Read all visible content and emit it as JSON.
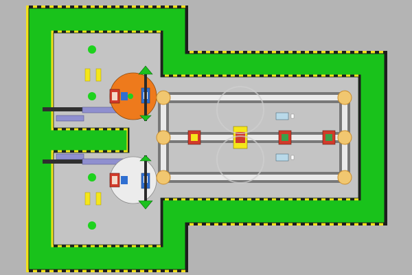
{
  "colors": {
    "floor": "#b4b4b4",
    "zone_floor": "#c4c4c4",
    "safety_fence": "#19c21b",
    "fence_edge": "#1d1d1d",
    "hazard_stripe": "#f2e21a",
    "table_orange": "#ee7a1c",
    "table_white": "#ececec",
    "conveyor_frame": "#787878",
    "conveyor_belt": "#eaeaea",
    "roller_yellow": "#f1c770",
    "roller_edge": "#c98d2e",
    "robot_red": "#d23a2a",
    "robot_blue": "#2f6fd1",
    "arrow_green": "#1cc11f",
    "light_green": "#1ed21e",
    "part_yellow": "#f5e61a",
    "sensor_blue": "#b9d9e9",
    "rack_purple": "#8f8fcf",
    "rack_dark": "#2f2f2f"
  },
  "layout": {
    "cells": [
      "upper-loading-cell",
      "lower-loading-cell"
    ],
    "stations": [
      "station-1",
      "station-2",
      "station-3",
      "station-4"
    ],
    "turntables": [
      "orange-turntable",
      "white-turntable"
    ]
  }
}
